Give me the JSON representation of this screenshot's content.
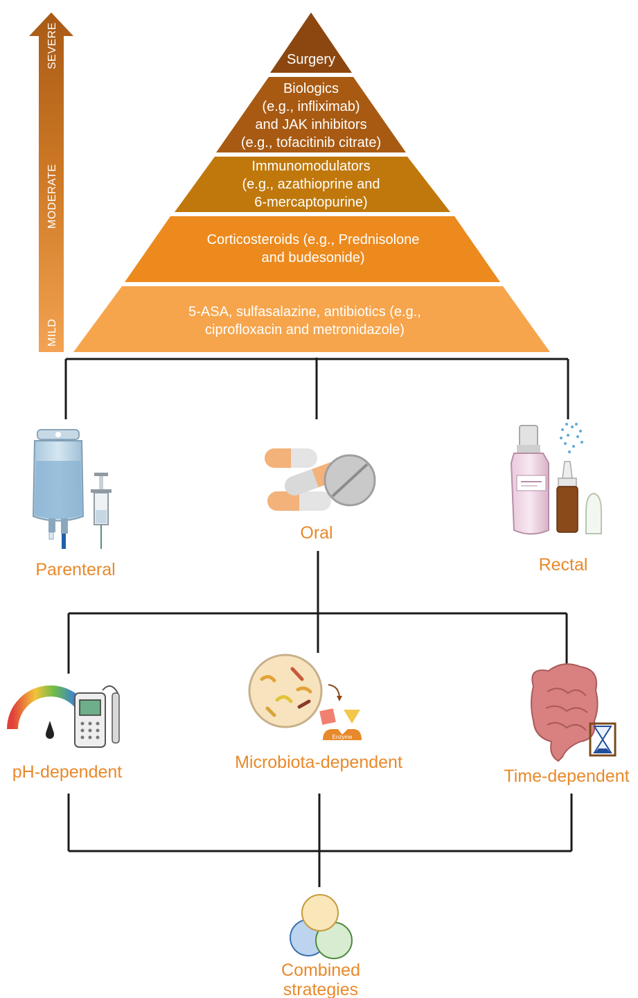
{
  "severity_arrow": {
    "levels": [
      "SEVERE",
      "MODERATE",
      "MILD"
    ],
    "color_top": "#a85a16",
    "color_bottom": "#f0a04e"
  },
  "pyramid": {
    "tiers": [
      {
        "lines": [
          "Surgery"
        ],
        "color": "#8c4710"
      },
      {
        "lines": [
          "Biologics",
          "(e.g., infliximab)",
          "and JAK inhibitors",
          "(e.g., tofacitinib citrate)"
        ],
        "color": "#a85a12"
      },
      {
        "lines": [
          "Immunomodulators",
          "(e.g., azathioprine and",
          "6-mercaptopurine)"
        ],
        "color": "#c0780c"
      },
      {
        "lines": [
          "Corticosteroids (e.g., Prednisolone",
          "and budesonide)"
        ],
        "color": "#ec8a1e"
      },
      {
        "lines": [
          "5-ASA, sulfasalazine, antibiotics (e.g.,",
          "ciprofloxacin and metronidazole)"
        ],
        "color": "#f6a54c"
      }
    ]
  },
  "routes": {
    "parenteral": "Parenteral",
    "oral": "Oral",
    "rectal": "Rectal"
  },
  "strategies": {
    "ph": "pH-dependent",
    "microbiota": "Microbiota-dependent",
    "time": "Time-dependent",
    "enzyme_label": "Enzyme"
  },
  "combined": [
    "Combined",
    "strategies"
  ],
  "accent_color": "#e8892b"
}
